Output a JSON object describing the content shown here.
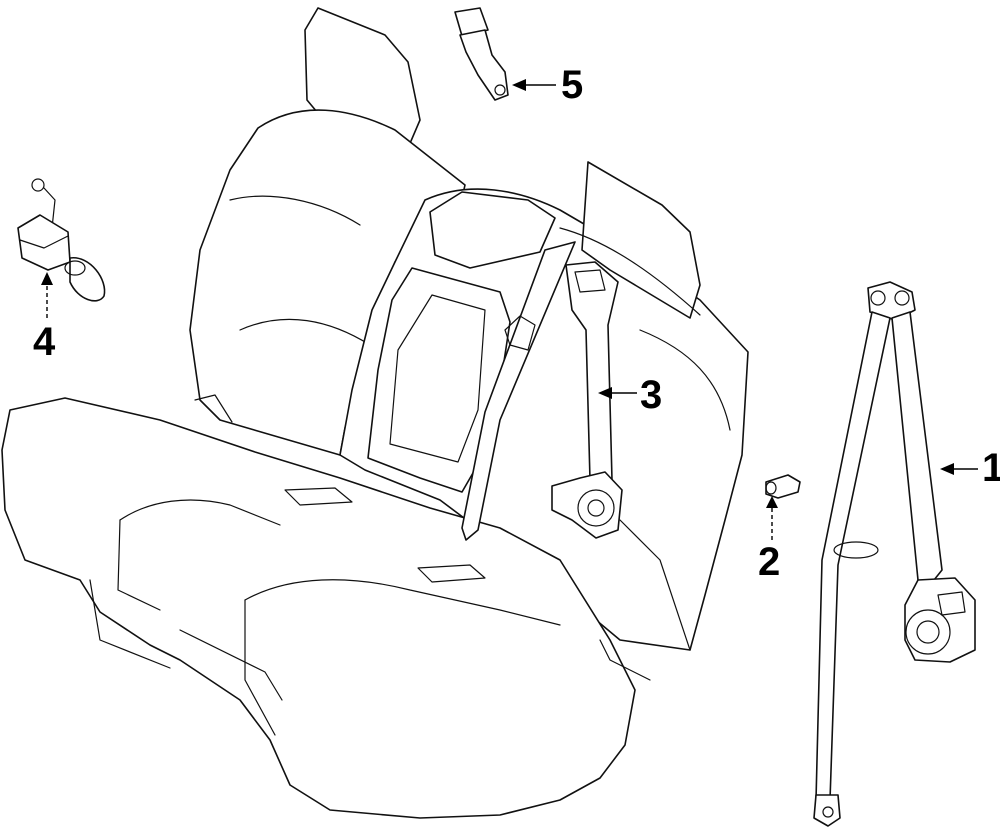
{
  "diagram": {
    "callouts": [
      {
        "id": "1",
        "label": "1",
        "part": "front-seat-belt-retractor"
      },
      {
        "id": "2",
        "label": "2",
        "part": "anchor-bolt-cover"
      },
      {
        "id": "3",
        "label": "3",
        "part": "rear-center-belt-retractor"
      },
      {
        "id": "4",
        "label": "4",
        "part": "buckle-assembly"
      },
      {
        "id": "5",
        "label": "5",
        "part": "center-buckle"
      }
    ],
    "colors": {
      "line": "#111111",
      "background": "#ffffff",
      "label": "#000000"
    }
  }
}
